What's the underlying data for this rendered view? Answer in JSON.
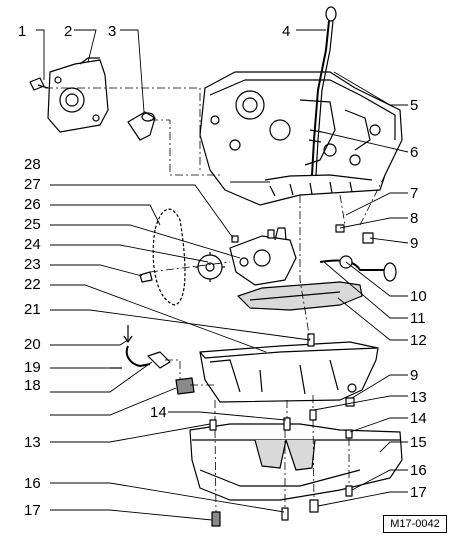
{
  "figure": {
    "reference": "M17-0042",
    "callouts": [
      "1",
      "2",
      "3",
      "4",
      "5",
      "6",
      "7",
      "8",
      "9",
      "10",
      "11",
      "12",
      "13",
      "14",
      "15",
      "16",
      "17",
      "18",
      "19",
      "20",
      "21",
      "22",
      "23",
      "24",
      "25",
      "26",
      "27",
      "28",
      "9",
      "13",
      "14",
      "13",
      "14",
      "16",
      "17",
      "16",
      "17"
    ]
  },
  "colors": {
    "ink": "#000000",
    "paper": "#ffffff",
    "shade": "#d9d9d9",
    "dark": "#8a8a8a"
  }
}
